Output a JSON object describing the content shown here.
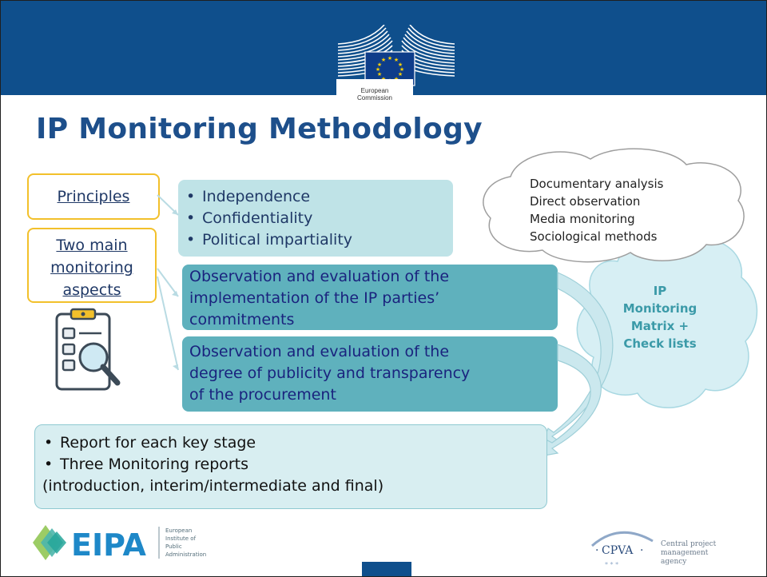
{
  "header": {
    "logo_text_line1": "European",
    "logo_text_line2": "Commission"
  },
  "title": "IP Monitoring Methodology",
  "labels": {
    "principles": "Principles",
    "aspects_line1": "Two main",
    "aspects_line2": "monitoring",
    "aspects_line3": "aspects"
  },
  "principles_list": [
    "Independence",
    "Confidentiality",
    "Political impartiality"
  ],
  "aspect_1": {
    "line1": "Observation and evaluation of the",
    "line2": "implementation of the IP parties’",
    "line3": "commitments"
  },
  "aspect_2": {
    "line1": "Observation and evaluation of the",
    "line2": "degree of publicity and transparency",
    "line3": "of the procurement"
  },
  "methods_cloud": [
    "Documentary analysis",
    "Direct observation",
    "Media monitoring",
    "Sociological methods"
  ],
  "matrix_cloud": {
    "line1": "IP",
    "line2": "Monitoring",
    "line3": "Matrix +",
    "line4": "Check lists"
  },
  "reports": {
    "items": [
      "Report for each key stage",
      "Three Monitoring reports"
    ],
    "note": "(introduction, interim/intermediate and final)"
  },
  "footer": {
    "eipa_name": "EIPA",
    "eipa_sub1": "European",
    "eipa_sub2": "Institute of",
    "eipa_sub3": "Public",
    "eipa_sub4": "Administration",
    "cpva_name": "CPVA",
    "cpva_sub1": "Central project",
    "cpva_sub2": "management",
    "cpva_sub3": "agency"
  },
  "colors": {
    "banner": "#0f4f8c",
    "title": "#1d4f8b",
    "label_border": "#f2c02b",
    "teal_light": "#bfe3e7",
    "teal_dark": "#5fb1bd"
  }
}
